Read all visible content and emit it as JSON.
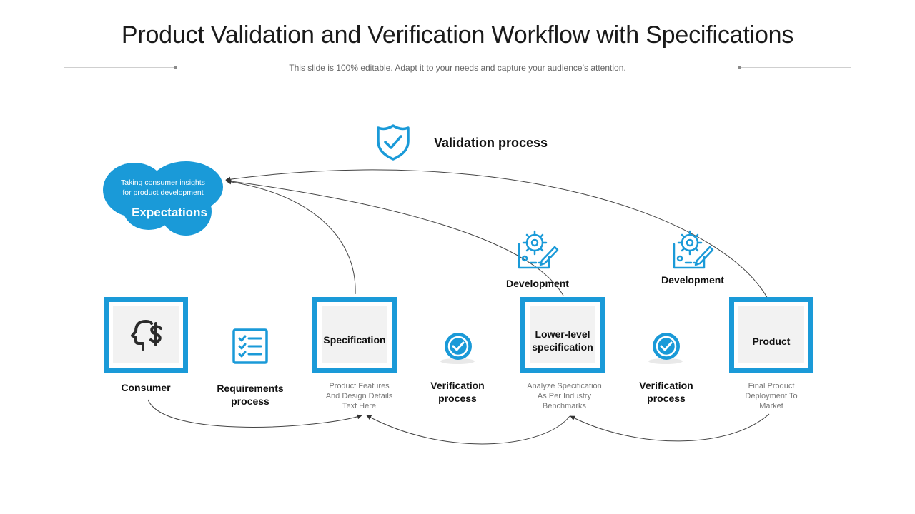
{
  "title": "Product Validation and Verification Workflow with Specifications",
  "subtitle": "This slide is 100% editable. Adapt it to your needs and capture your audience’s attention.",
  "validation": {
    "label": "Validation process",
    "icon": "shield-check-icon"
  },
  "cloud": {
    "line1": "Taking consumer insights",
    "line2": "for product development",
    "heading": "Expectations"
  },
  "nodes": {
    "consumer": {
      "label": "Consumer",
      "icon": "head-dollar-icon"
    },
    "requirements": {
      "label_1": "Requirements",
      "label_2": "process",
      "icon": "checklist-icon"
    },
    "specification": {
      "label": "Specification",
      "desc_1": "Product Features",
      "desc_2": "And Design Details",
      "desc_3": "Text Here"
    },
    "verification_1": {
      "label_1": "Verification",
      "label_2": "process",
      "icon": "check-circle-icon"
    },
    "lower_level": {
      "label_1": "Lower-level",
      "label_2": "specification",
      "desc_1": "Analyze Specification",
      "desc_2": "As Per Industry",
      "desc_3": "Benchmarks"
    },
    "verification_2": {
      "label_1": "Verification",
      "label_2": "process",
      "icon": "check-circle-icon"
    },
    "product": {
      "label": "Product",
      "desc_1": "Final Product",
      "desc_2": "Deployment To",
      "desc_3": "Market"
    }
  },
  "development": [
    {
      "label": "Development",
      "icon": "gear-blueprint-icon"
    },
    {
      "label": "Development",
      "icon": "gear-blueprint-icon"
    }
  ],
  "colors": {
    "accent": "#1a9ad8",
    "box_fill": "#f2f2f2",
    "text": "#111111",
    "muted": "#777777"
  }
}
